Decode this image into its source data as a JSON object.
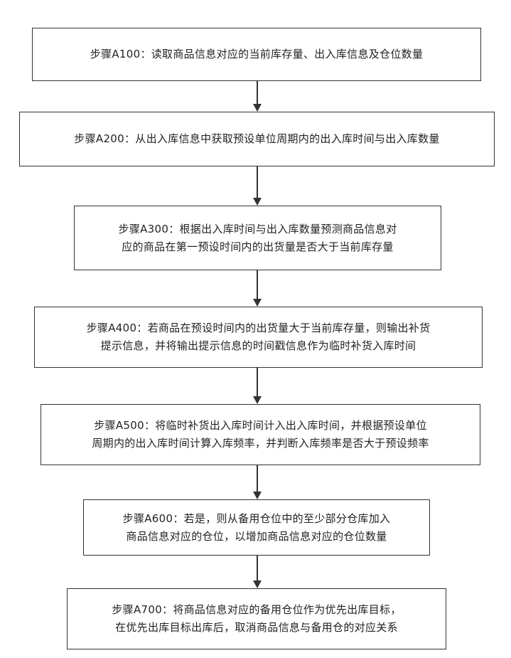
{
  "steps": [
    {
      "text": "步骤A100：读取商品信息对应的当前库存量、出入库信息及仓位数量"
    },
    {
      "text": "步骤A200：从出入库信息中获取预设单位周期内的出入库时间与出入库数量"
    },
    {
      "text": "步骤A300：根据出入库时间与出入库数量预测商品信息对\n应的商品在第一预设时间内的出货量是否大于当前库存量"
    },
    {
      "text": "步骤A400：若商品在预设时间内的出货量大于当前库存量，则输出补货\n提示信息，并将输出提示信息的时间戳信息作为临时补货入库时间"
    },
    {
      "text": "步骤A500：将临时补货出入库时间计入出入库时间，并根据预设单位\n周期内的出入库时间计算入库频率，并判断入库频率是否大于预设频率"
    },
    {
      "text": "步骤A600：若是，则从备用仓位中的至少部分仓库加入\n商品信息对应的仓位，以增加商品信息对应的仓位数量"
    },
    {
      "text": "步骤A700：将商品信息对应的备用仓位作为优先出库目标，\n在优先出库目标出库后，取消商品信息与备用仓的对应关系"
    }
  ]
}
